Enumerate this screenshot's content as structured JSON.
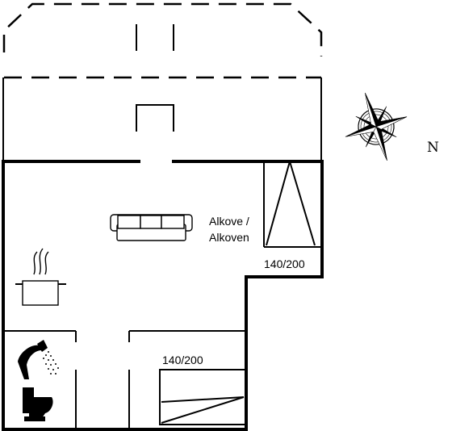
{
  "labels": {
    "alcove_line1": "Alkove /",
    "alcove_line2": "Alkoven",
    "alcove_bed_size": "140/200",
    "lower_bed_size": "140/200",
    "compass_letter": "N"
  },
  "icons": [
    "sofa-icon",
    "cooking-pot-icon",
    "shower-icon",
    "toilet-icon",
    "compass-rose-icon"
  ],
  "colors": {
    "lines": "#000000",
    "background": "#ffffff"
  }
}
